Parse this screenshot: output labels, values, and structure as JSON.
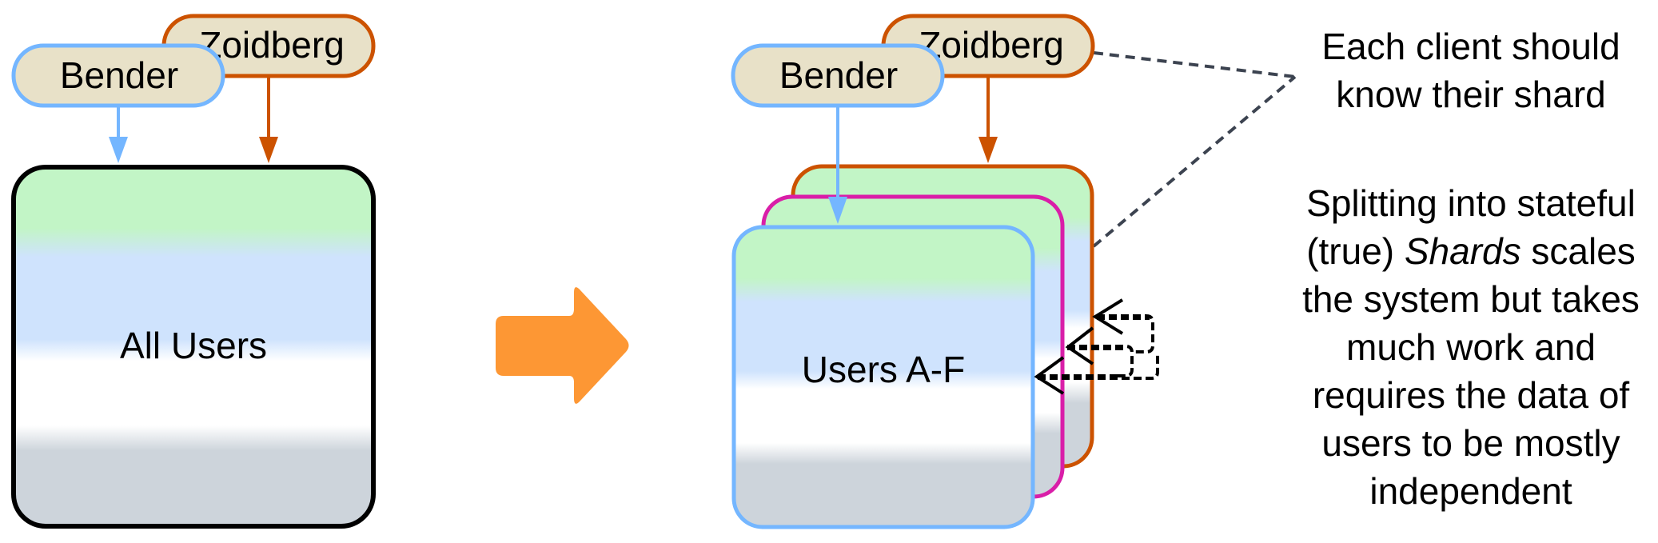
{
  "colors": {
    "bender": "#74b6ff",
    "zoidberg": "#cc5200",
    "shard_middle": "#d91ea8",
    "pill_fill": "#e8e1c8",
    "arrow_orange": "#fd9734",
    "dashed_connector": "#3c4350",
    "grad_green": "#c2f5c6",
    "grad_blue": "#cfe3fd",
    "grad_white": "#ffffff",
    "grad_gray": "#cdd4db"
  },
  "before": {
    "clients": [
      {
        "name": "Zoidberg",
        "color_key": "zoidberg"
      },
      {
        "name": "Bender",
        "color_key": "bender"
      }
    ],
    "database_label": "All Users"
  },
  "transition_arrow": {
    "icon": "right-arrow-icon"
  },
  "after": {
    "clients": [
      {
        "name": "Zoidberg",
        "color_key": "zoidberg"
      },
      {
        "name": "Bender",
        "color_key": "bender"
      }
    ],
    "shards": [
      {
        "label": "",
        "border_key": "zoidberg"
      },
      {
        "label": "",
        "border_key": "shard_middle"
      },
      {
        "label": "Users A-F",
        "border_key": "bender"
      }
    ]
  },
  "notes": {
    "client_note_lines": [
      "Each client should",
      "know their shard"
    ],
    "shard_note": {
      "line1": "Splitting into stateful",
      "line2_pre": "(true) ",
      "line2_em": "Shards",
      "line2_post": " scales",
      "line3": "the system but takes",
      "line4": "much work and",
      "line5": "requires the data of",
      "line6": "users to be mostly",
      "line7": "independent"
    }
  }
}
